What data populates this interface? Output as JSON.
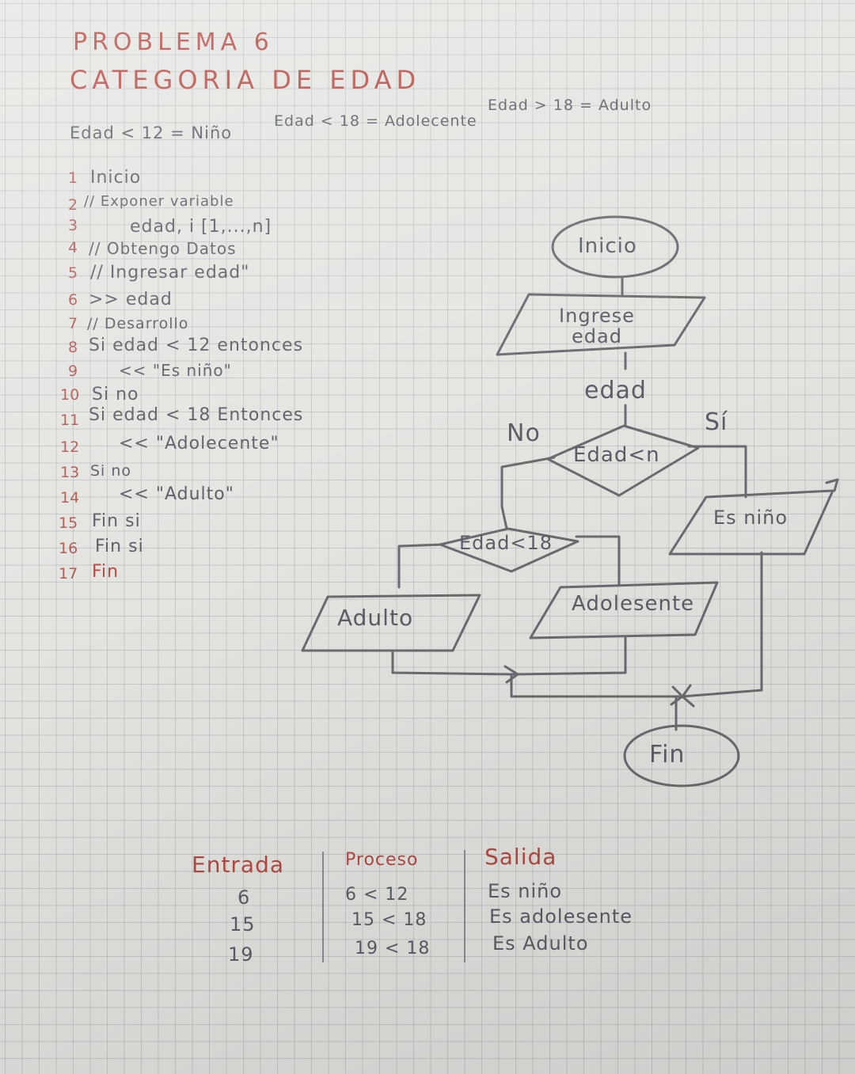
{
  "title": "PROBLEMA 6",
  "subtitle": "CATEGORIA DE EDAD",
  "rules": [
    "Edad < 12 = Niño",
    "Edad < 18 = Adolecente",
    "Edad > 18 = Adulto"
  ],
  "pseudocode": [
    {
      "n": "1",
      "text": "Inicio"
    },
    {
      "n": "2",
      "text": "// Exponer variable"
    },
    {
      "n": "3",
      "text": "edad, i [1,...,n]"
    },
    {
      "n": "4",
      "text": "// Obtengo Datos"
    },
    {
      "n": "5",
      "text": "// Ingresar edad\""
    },
    {
      "n": "6",
      "text": ">> edad"
    },
    {
      "n": "7",
      "text": "// Desarrollo"
    },
    {
      "n": "8",
      "text": "Si edad < 12 entonces"
    },
    {
      "n": "9",
      "text": "<< \"Es niño\""
    },
    {
      "n": "10",
      "text": "Si no"
    },
    {
      "n": "11",
      "text": "Si edad < 18  Entonces"
    },
    {
      "n": "12",
      "text": "<< \"Adolecente\""
    },
    {
      "n": "13",
      "text": "Si no"
    },
    {
      "n": "14",
      "text": "<< \"Adulto\""
    },
    {
      "n": "15",
      "text": "Fin si"
    },
    {
      "n": "16",
      "text": "Fin si"
    },
    {
      "n": "17",
      "text": "Fin"
    }
  ],
  "flowchart": {
    "start": "Inicio",
    "input": "Ingrese edad",
    "variable": "edad",
    "decision1": "Edad<n",
    "yes_label": "Sí",
    "no_label": "No",
    "out_child": "Es niño",
    "decision2": "Edad<18",
    "out_teen": "Adolesente",
    "out_adult": "Adulto",
    "end": "Fin"
  },
  "table": {
    "headers": [
      "Entrada",
      "Proceso",
      "Salida"
    ],
    "rows": [
      [
        "6",
        "6 < 12",
        "Es niño"
      ],
      [
        "15",
        "15 < 18",
        "Es adolesente"
      ],
      [
        "19",
        "19 < 18",
        "Es Adulto"
      ]
    ]
  },
  "colors": {
    "pencil": "#5b5e66",
    "red_pen": "#b54a43",
    "paper": "#e4e5e1"
  }
}
